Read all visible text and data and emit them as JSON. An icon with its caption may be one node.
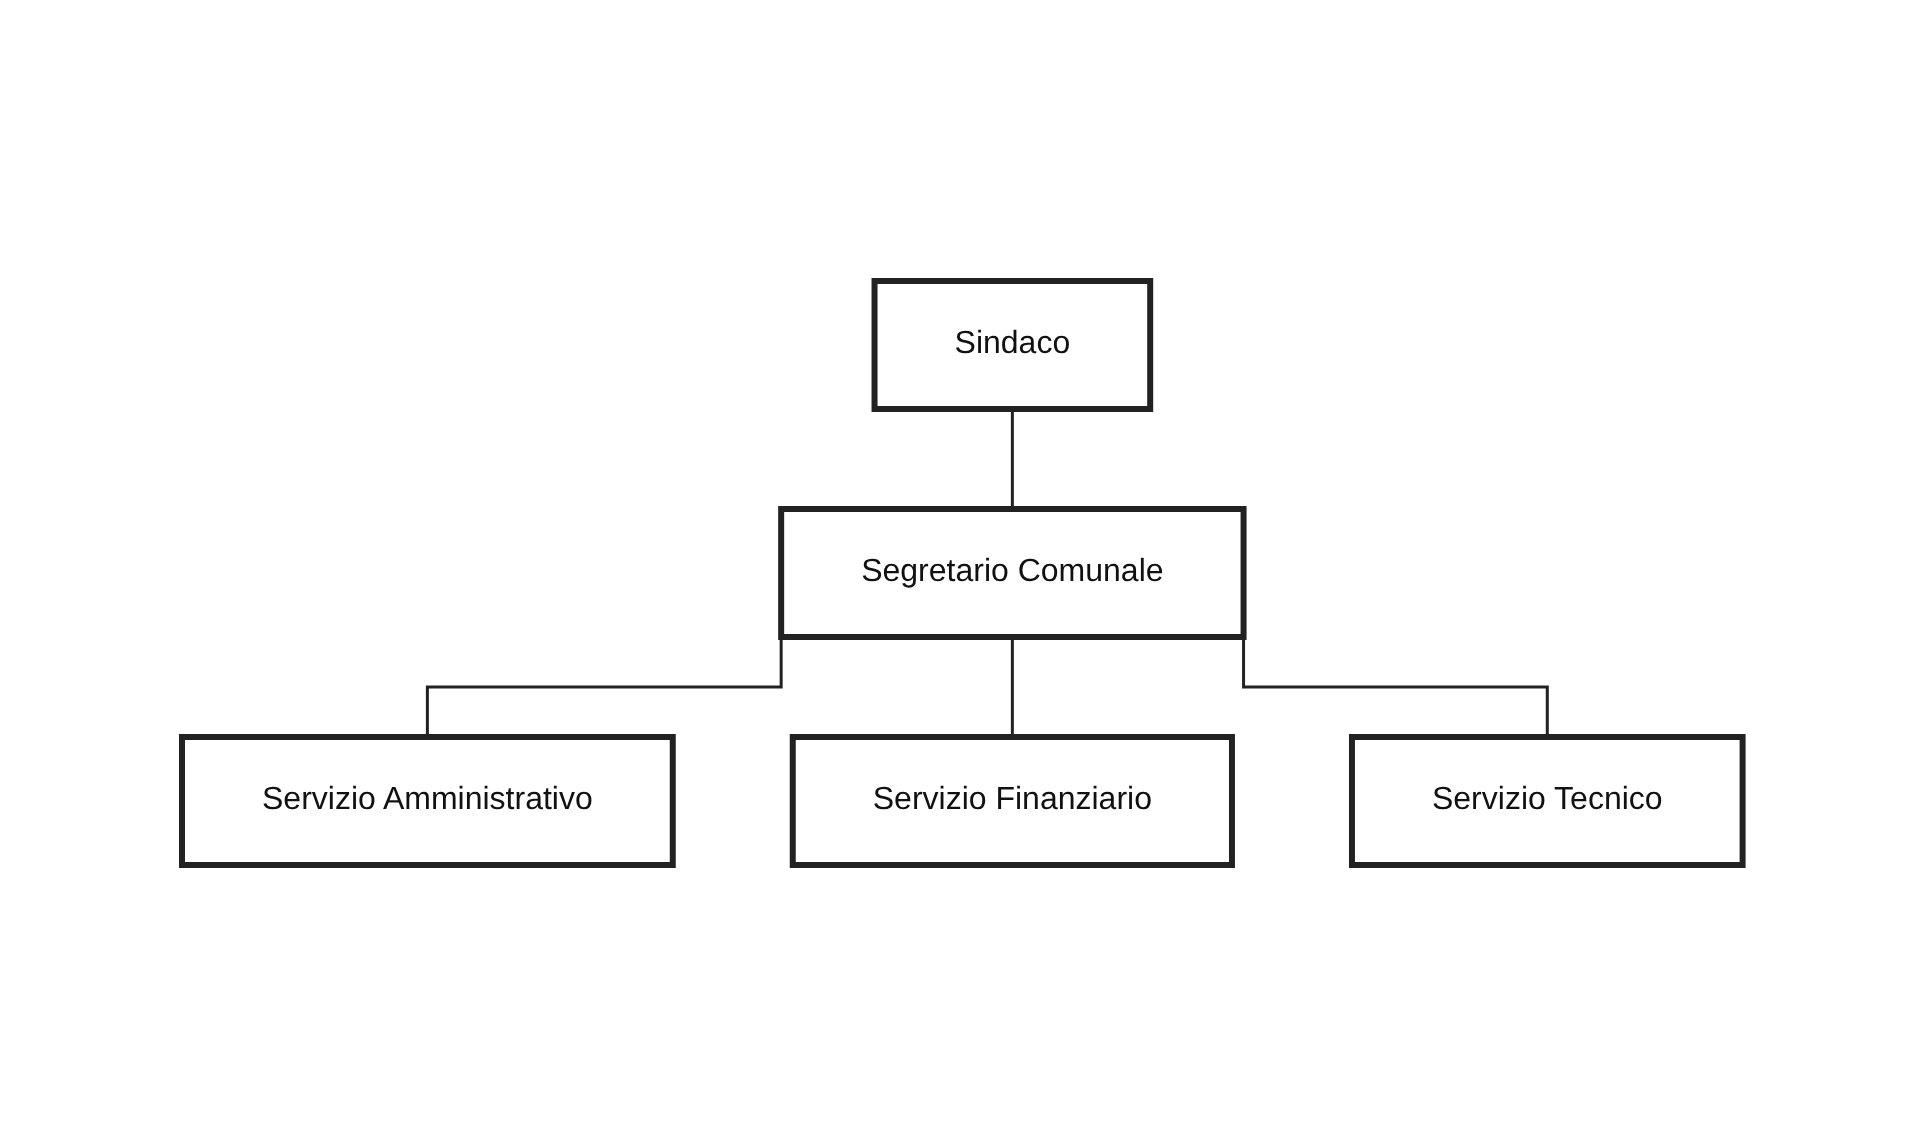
{
  "diagram": {
    "nodes": [
      {
        "text": [
          "Sindaco"
        ]
      },
      {
        "text": [
          "Segretario Comunale"
        ]
      },
      {
        "text": [
          "Servizio Amministrativo"
        ]
      },
      {
        "text": [
          "Servizio Finanziario"
        ]
      },
      {
        "text": [
          "Servizio Tecnico"
        ]
      }
    ],
    "edges": [
      {
        "from": 0,
        "to": 1,
        "arrow": "none"
      },
      {
        "from": 1,
        "to": 2,
        "arrow": "none"
      },
      {
        "from": 1,
        "to": 3,
        "arrow": "none"
      },
      {
        "from": 1,
        "to": 4,
        "arrow": "none"
      }
    ]
  }
}
